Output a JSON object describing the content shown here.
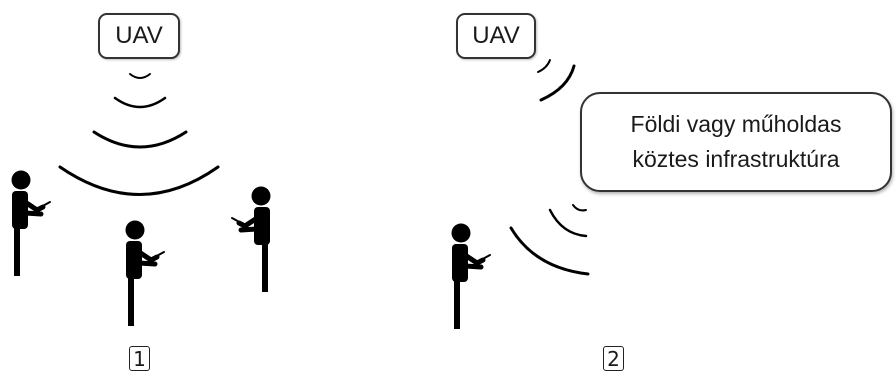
{
  "scenario1": {
    "uav_label": "UAV",
    "number": "1"
  },
  "scenario2": {
    "uav_label": "UAV",
    "infrastructure_line1": "Földi vagy műholdas",
    "infrastructure_line2": "köztes infrastruktúra",
    "number": "2"
  }
}
